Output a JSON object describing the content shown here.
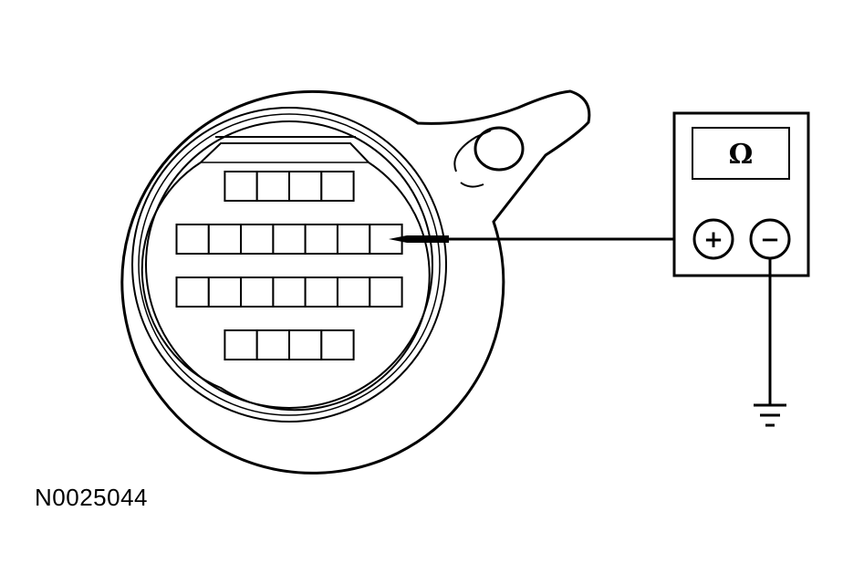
{
  "figure_id": "N0025044",
  "meter": {
    "display_symbol": "Ω",
    "positive_label": "+",
    "negative_label": "−"
  },
  "connector": {
    "rows": [
      {
        "name": "row-1",
        "pins": 4
      },
      {
        "name": "row-2",
        "pins": 7
      },
      {
        "name": "row-3",
        "pins": 7
      },
      {
        "name": "row-4",
        "pins": 4
      }
    ],
    "probed_row": 2,
    "probed_pin": 7
  },
  "colors": {
    "line": "#000000",
    "background": "#ffffff"
  }
}
